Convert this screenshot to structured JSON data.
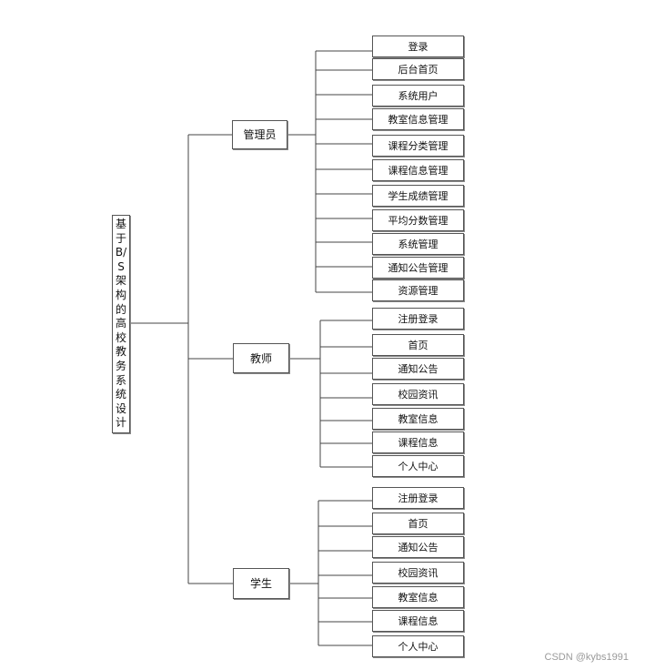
{
  "root": {
    "label": "基于B/S架构的高校教务系统设计",
    "chars": [
      "基",
      "于",
      "B/",
      "S",
      "架",
      "构",
      "的",
      "高",
      "校",
      "教",
      "务",
      "系",
      "统",
      "设",
      "计"
    ]
  },
  "roles": [
    {
      "label": "管理员",
      "items": [
        "登录",
        "后台首页",
        "系统用户",
        "教室信息管理",
        "课程分类管理",
        "课程信息管理",
        "学生成绩管理",
        "平均分数管理",
        "系统管理",
        "通知公告管理",
        "资源管理"
      ]
    },
    {
      "label": "教师",
      "items": [
        "注册登录",
        "首页",
        "通知公告",
        "校园资讯",
        "教室信息",
        "课程信息",
        "个人中心"
      ]
    },
    {
      "label": "学生",
      "items": [
        "注册登录",
        "首页",
        "通知公告",
        "校园资讯",
        "教室信息",
        "课程信息",
        "个人中心"
      ]
    }
  ],
  "watermark": "CSDN @kybs1991"
}
